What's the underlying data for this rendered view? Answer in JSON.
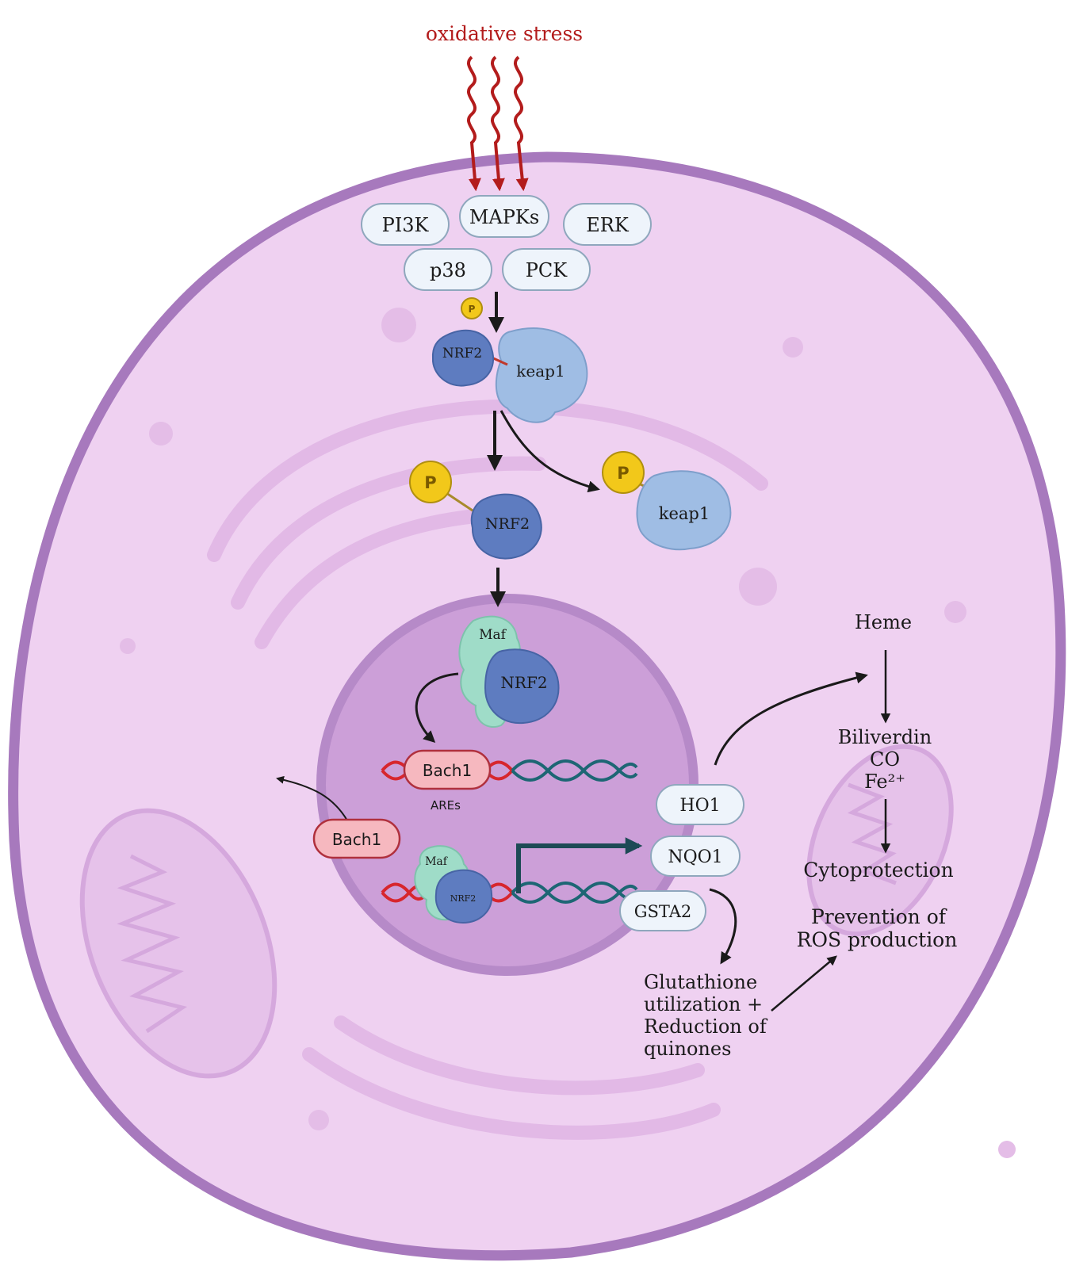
{
  "stimulus": {
    "label": "oxidative stress"
  },
  "kinases": {
    "pi3k": "PI3K",
    "mapks": "MAPKs",
    "erk": "ERK",
    "p38": "p38",
    "pck": "PCK"
  },
  "phospho_label": "P",
  "complex": {
    "nrf2": "NRF2",
    "keap1": "keap1"
  },
  "free_nrf2": {
    "label": "NRF2"
  },
  "free_keap1": {
    "label": "keap1"
  },
  "nucleus": {
    "maf_label": "Maf",
    "nrf2_label": "NRF2",
    "bach1_bound": "Bach1",
    "ares_label": "AREs",
    "bach1_exported": "Bach1",
    "maf_dna_label": "Maf",
    "nrf2_dna_label": "NRF2"
  },
  "target_genes": {
    "ho1": "HO1",
    "nqo1": "NQO1",
    "gsta2": "GSTA2"
  },
  "outcomes": {
    "heme": "Heme",
    "biliverdin": "Biliverdin",
    "co": "CO",
    "fe": "Fe²⁺",
    "cytoprotection": "Cytoprotection",
    "prevention_line1": "Prevention of",
    "prevention_line2": "ROS production",
    "glut_line1": "Glutathione",
    "glut_line2": "utilization +",
    "glut_line3": "Reduction of",
    "glut_line4": "quinones"
  },
  "colors": {
    "cell_fill": "#efd1f1",
    "cell_border": "#a779bd",
    "nucleus_fill": "#cc9fd8",
    "stress": "#b31c1c",
    "pill_fill": "#eef4fb",
    "pill_border": "#8fa7bd",
    "nrf2": "#5e7cc0",
    "keap1": "#9fbde4",
    "maf": "#9fdcc8",
    "phospho": "#f2c81a",
    "bach1_fill": "#f6b8bf",
    "bach1_border": "#b0303d",
    "dna_red": "#d7262d",
    "dna_teal": "#1d6674"
  }
}
